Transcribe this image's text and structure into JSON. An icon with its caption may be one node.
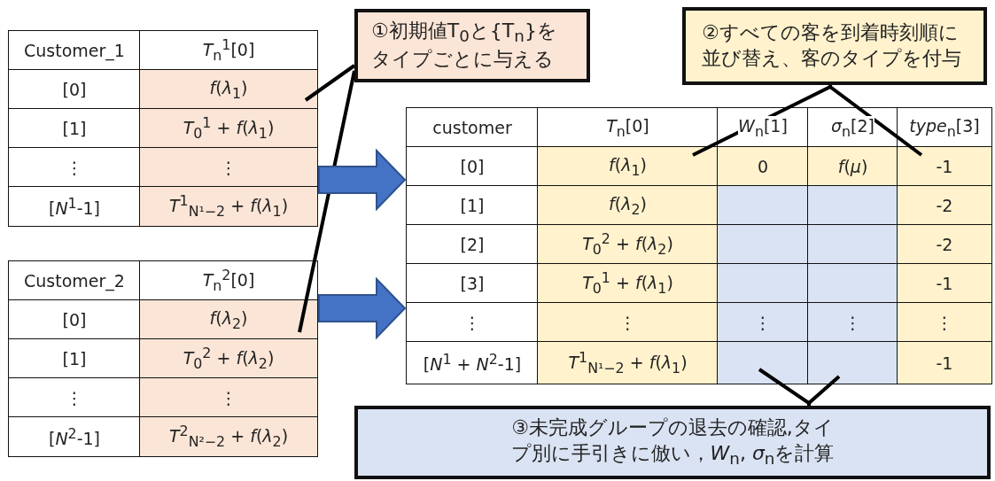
{
  "diagram": {
    "nodes": [
      {
        "text": [
          "Customer_1",
          "*T*$_{n}$$^{1}$[0]",
          "[0]",
          "*f*(*λ*$_{1}$)",
          "[1]",
          "*T*$_{0}$$^{1}$ + *f*(*λ*$_{1}$)",
          "⋮",
          "⋮",
          "[*N*$^{1}$-1]",
          "*T*$^{1}$$_{N¹−2}$ + *f*(*λ*$_{1}$)"
        ]
      },
      {
        "text": [
          "①初期値T$_{0}$と{T$_{n}$}をタイプごとに与える"
        ]
      },
      {
        "text": [
          "②すべての客を到着時刻順に並び替え、客のタイプを付与"
        ]
      },
      {
        "text": [
          "customer",
          "*T*$_{n}$[0]",
          "*W*$_{n}$[1]",
          "*σ*$_{n}$[2]",
          "*type*$_{n}$[3]",
          "[0]",
          "*f*(*λ*$_{1}$)",
          "0",
          "*f*(*μ*)",
          "-1",
          "[1]",
          "*f*(*λ*$_{2}$)",
          "-2",
          "[2]",
          "*T*$_{0}$$^{2}$ + *f*(*λ*$_{2}$)",
          "-2",
          "[3]",
          "*T*$_{0}$$^{1}$ + *f*(*λ*$_{1}$)",
          "-1",
          "⋮",
          "⋮",
          "⋮",
          "⋮",
          "⋮",
          "[*N*$^{1}$ + *N*$^{2}$-1]",
          "*T*$^{1}$$_{N¹−2}$ + *f*(*λ*$_{1}$)",
          "-1"
        ]
      },
      {
        "text": [
          "Customer_2",
          "*T*$_{n}$$^{2}$[0]",
          "[0]",
          "*f*(*λ*$_{2}$)",
          "[1]",
          "*T*$_{0}$$^{2}$ + *f*(*λ*$_{2}$)",
          "⋮",
          "⋮",
          "[*N*$^{2}$-1]",
          "*T*$^{2}$$_{N²−2}$ + *f*(*λ*$_{2}$)"
        ]
      },
      {
        "text": [
          "③未完成グループの退去の確認,タイプ別に手引きに倣い，*W*$_{n}$, *σ*$_{n}$を計算"
        ]
      }
    ],
    "edges": [
      {
        "from": 1,
        "to": 0,
        "arrow": "none"
      },
      {
        "from": 1,
        "to": 4,
        "arrow": "none"
      },
      {
        "from": 2,
        "to": 3,
        "arrow": "none"
      },
      {
        "from": 2,
        "to": 3,
        "arrow": "none"
      },
      {
        "from": 0,
        "to": 3,
        "arrow": "to",
        "style": "thick",
        "color": "#4472c4"
      },
      {
        "from": 4,
        "to": 3,
        "arrow": "to",
        "style": "thick",
        "color": "#4472c4"
      },
      {
        "from": 5,
        "to": 3,
        "arrow": "none"
      },
      {
        "from": 5,
        "to": 3,
        "arrow": "none"
      }
    ]
  }
}
